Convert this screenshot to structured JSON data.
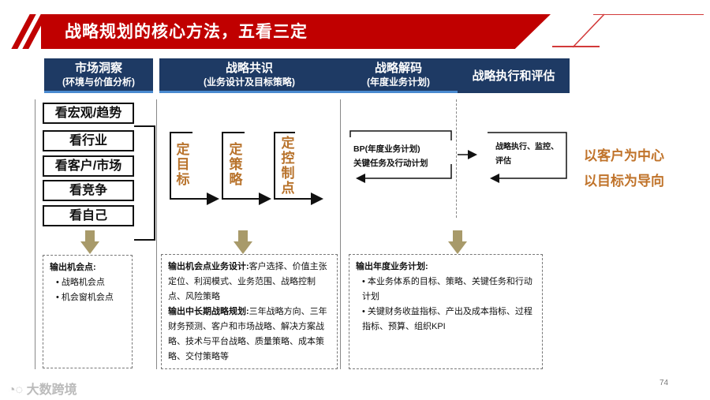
{
  "title": "战略规划的核心方法，五看三定",
  "headers": [
    {
      "line1": "市场洞察",
      "line2": "(环境与价值分析)"
    },
    {
      "line1": "战略共识",
      "line2": "(业务设计及目标策略)"
    },
    {
      "line1": "战略解码",
      "line2": "(年度业务计划)"
    },
    {
      "line1": "战略执行和评估",
      "line2": ""
    }
  ],
  "five_looks": [
    "看宏观/趋势",
    "看行业",
    "看客户/市场",
    "看竞争",
    "看自己"
  ],
  "three_sets": [
    "定目标",
    "定策略",
    "定控制点"
  ],
  "decode": {
    "bp": "BP(年度业务计划)",
    "tasks": "关键任务及行动计划"
  },
  "execution": {
    "line1": "战略执行、监控、",
    "line2": "评估"
  },
  "slogans": [
    "以客户为中心",
    "以目标为导向"
  ],
  "box1": {
    "title": "输出机会点:",
    "items": [
      "战略机会点",
      "机会窗机会点"
    ]
  },
  "box2": {
    "title1": "输出机会点业务设计:",
    "text1": "客户选择、价值主张定位、利润模式、业务范围、战略控制点、风险策略",
    "title2": "输出中长期战略规划:",
    "text2": "三年战略方向、三年财务预测、客户和市场战略、解决方案战略、技术与平台战略、质量策略、成本策略、交付策略等"
  },
  "box3": {
    "title": "输出年度业务计划:",
    "items": [
      "本业务体系的目标、策略、关键任务和行动计划",
      "关键财务收益指标、产出及成本指标、过程指标、预算、组织KPI"
    ]
  },
  "page_number": "74",
  "watermark": "大数跨境",
  "colors": {
    "red": "#c00000",
    "navy": "#1e3a64",
    "orange": "#c0732a",
    "arrow_olive": "#a89a6a"
  }
}
